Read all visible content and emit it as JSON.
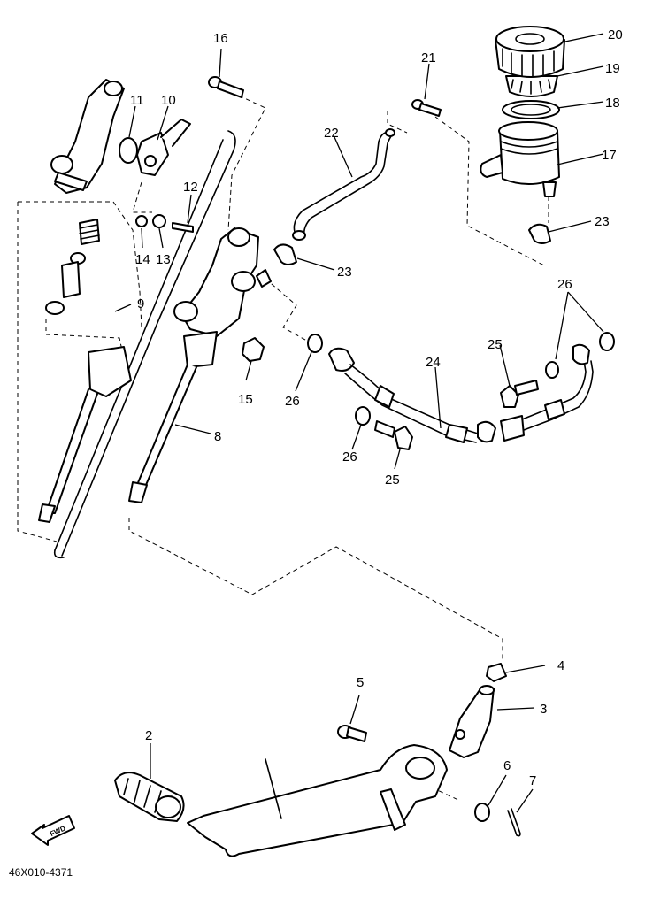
{
  "diagram_code": "46X010-4371",
  "fwd_label": "FWD",
  "callouts": {
    "c2": "2",
    "c3": "3",
    "c4": "4",
    "c5": "5",
    "c6": "6",
    "c7": "7",
    "c8": "8",
    "c9": "9",
    "c10": "10",
    "c11": "11",
    "c12": "12",
    "c13": "13",
    "c14": "14",
    "c15": "15",
    "c16": "16",
    "c17": "17",
    "c18": "18",
    "c19": "19",
    "c20": "20",
    "c21": "21",
    "c22": "22",
    "c23a": "23",
    "c23b": "23",
    "c24": "24",
    "c25a": "25",
    "c25b": "25",
    "c26a": "26",
    "c26b": "26",
    "c26c": "26"
  }
}
